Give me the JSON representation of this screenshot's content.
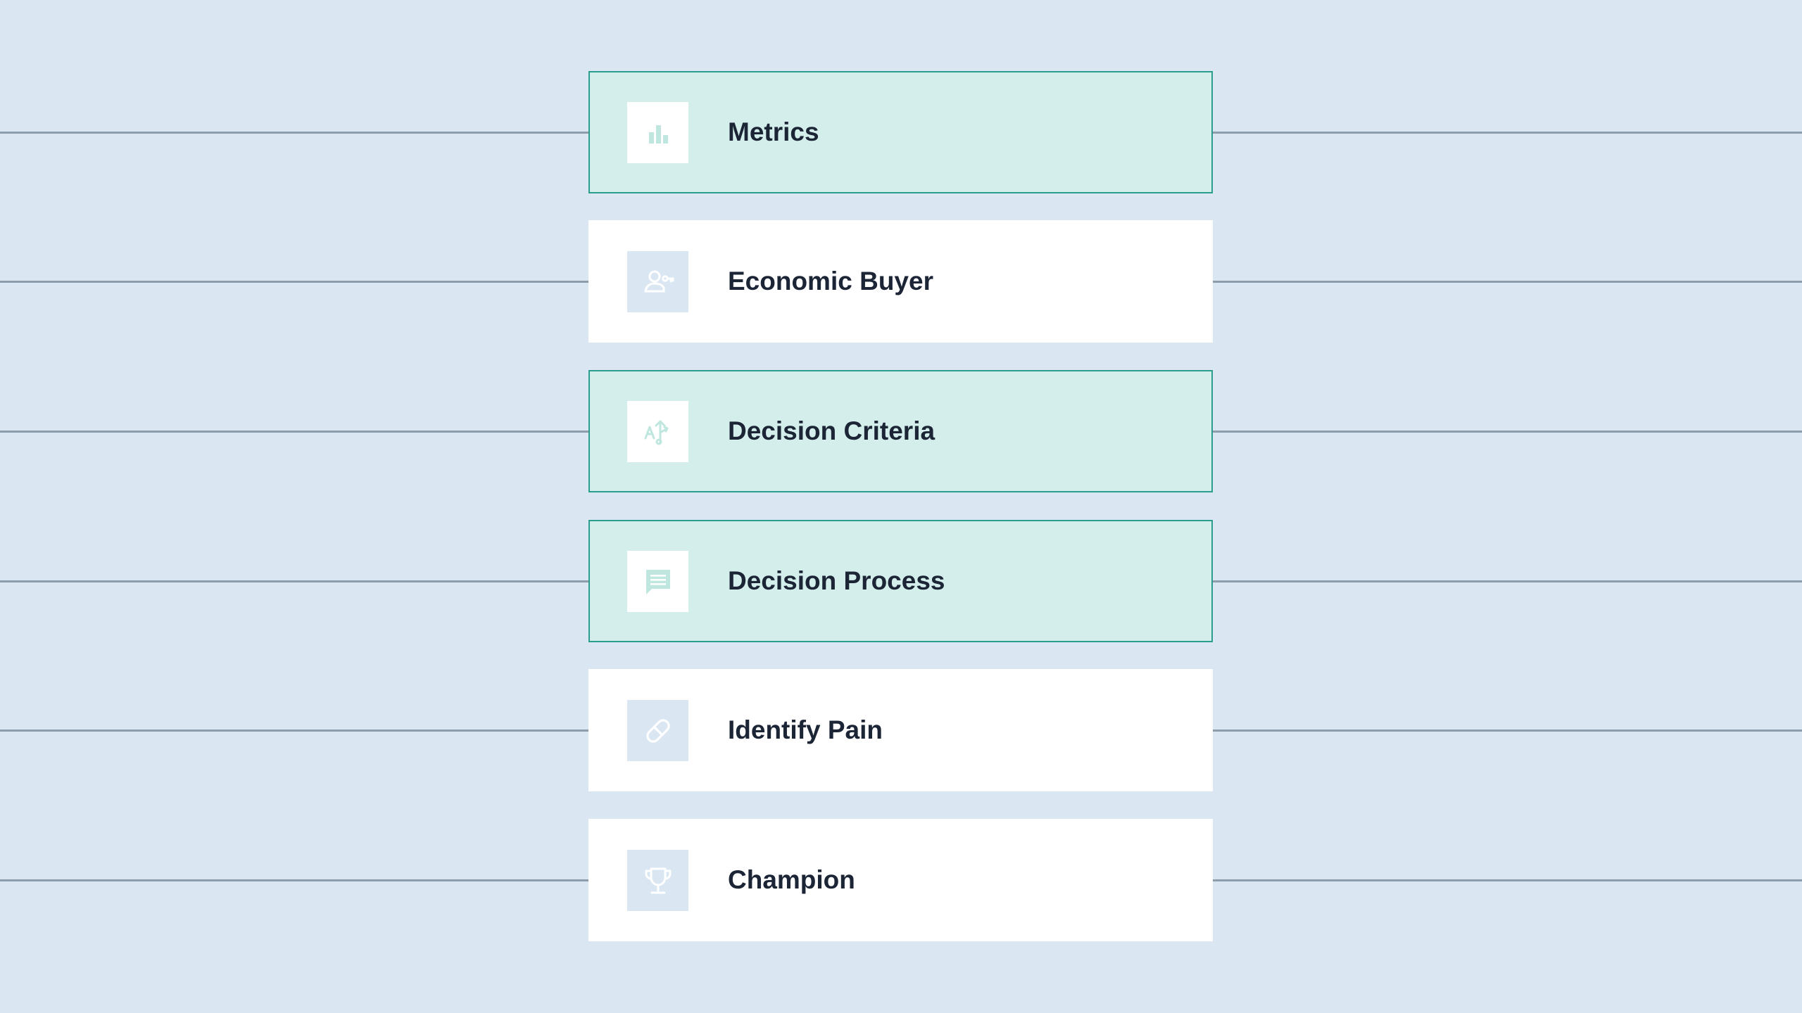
{
  "colors": {
    "background": "#dae7f3",
    "card": "#ffffff",
    "card_selected": "#d4eeeb",
    "selected_border": "#2a9d8f",
    "connector": "#8d9dac",
    "label_text": "#1b2535",
    "icon_on_card": "#ffffff",
    "icon_on_selected": "#bfe6df"
  },
  "items": [
    {
      "label": "Metrics",
      "icon": "bar-chart-icon",
      "selected": true
    },
    {
      "label": "Economic Buyer",
      "icon": "person-key-icon",
      "selected": false
    },
    {
      "label": "Decision Criteria",
      "icon": "criteria-arrow-icon",
      "selected": true
    },
    {
      "label": "Decision Process",
      "icon": "chat-message-icon",
      "selected": true
    },
    {
      "label": "Identify Pain",
      "icon": "pill-icon",
      "selected": false
    },
    {
      "label": "Champion",
      "icon": "trophy-icon",
      "selected": false
    }
  ]
}
